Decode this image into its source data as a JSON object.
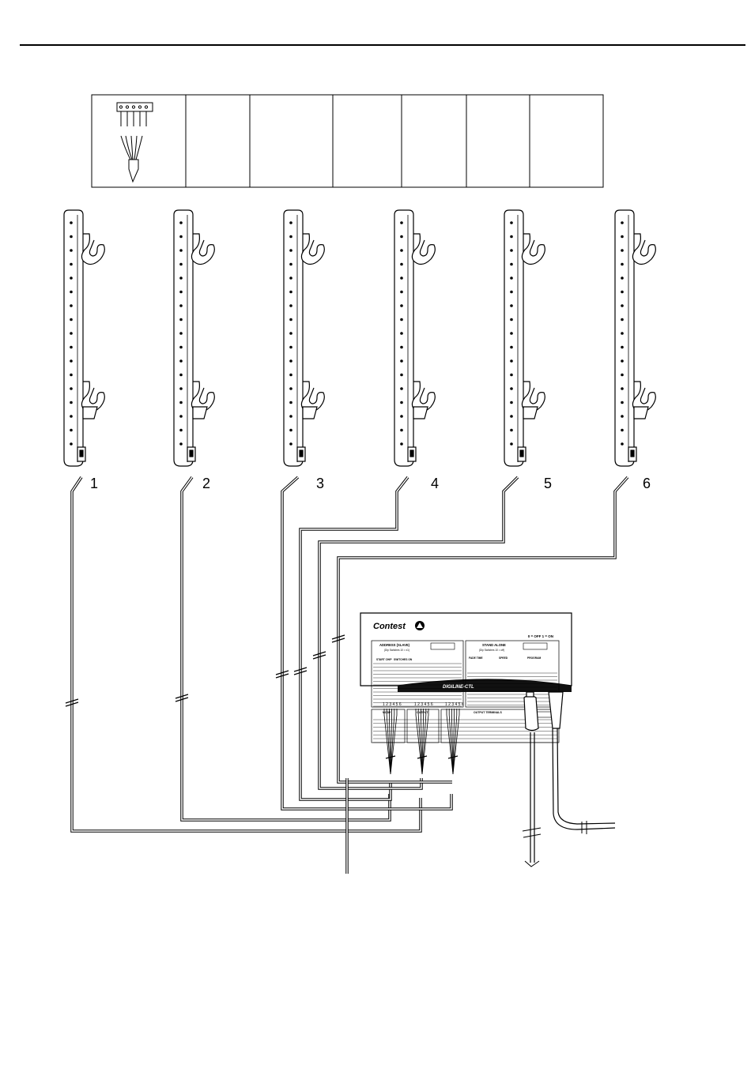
{
  "fixtures": [
    {
      "number": "1"
    },
    {
      "number": "2"
    },
    {
      "number": "3"
    },
    {
      "number": "4"
    },
    {
      "number": "5"
    },
    {
      "number": "6"
    }
  ],
  "controller": {
    "brand": "Contest",
    "legend": "0 = OFF   1 = ON",
    "address_title": "ADDRESS (SLAVE)",
    "address_sub": "(Dip Switches 10 = x1)",
    "standalone_title": "STAND ALONE",
    "standalone_sub": "(Dip Switches 10 = off)",
    "columns": {
      "start_chip": "START CHIP",
      "switches_on": "SWITCHES ON",
      "fade_time": "FADE TIME",
      "speed": "SPEED",
      "program": "PROGRAM"
    },
    "mode_title": "MODE",
    "output_title": "OUTPUT",
    "output_terminals_title": "OUTPUT TERMINALS",
    "model": "DIGILINE-CTL",
    "terminal_numbers": "1 2 3 4 5 6"
  }
}
